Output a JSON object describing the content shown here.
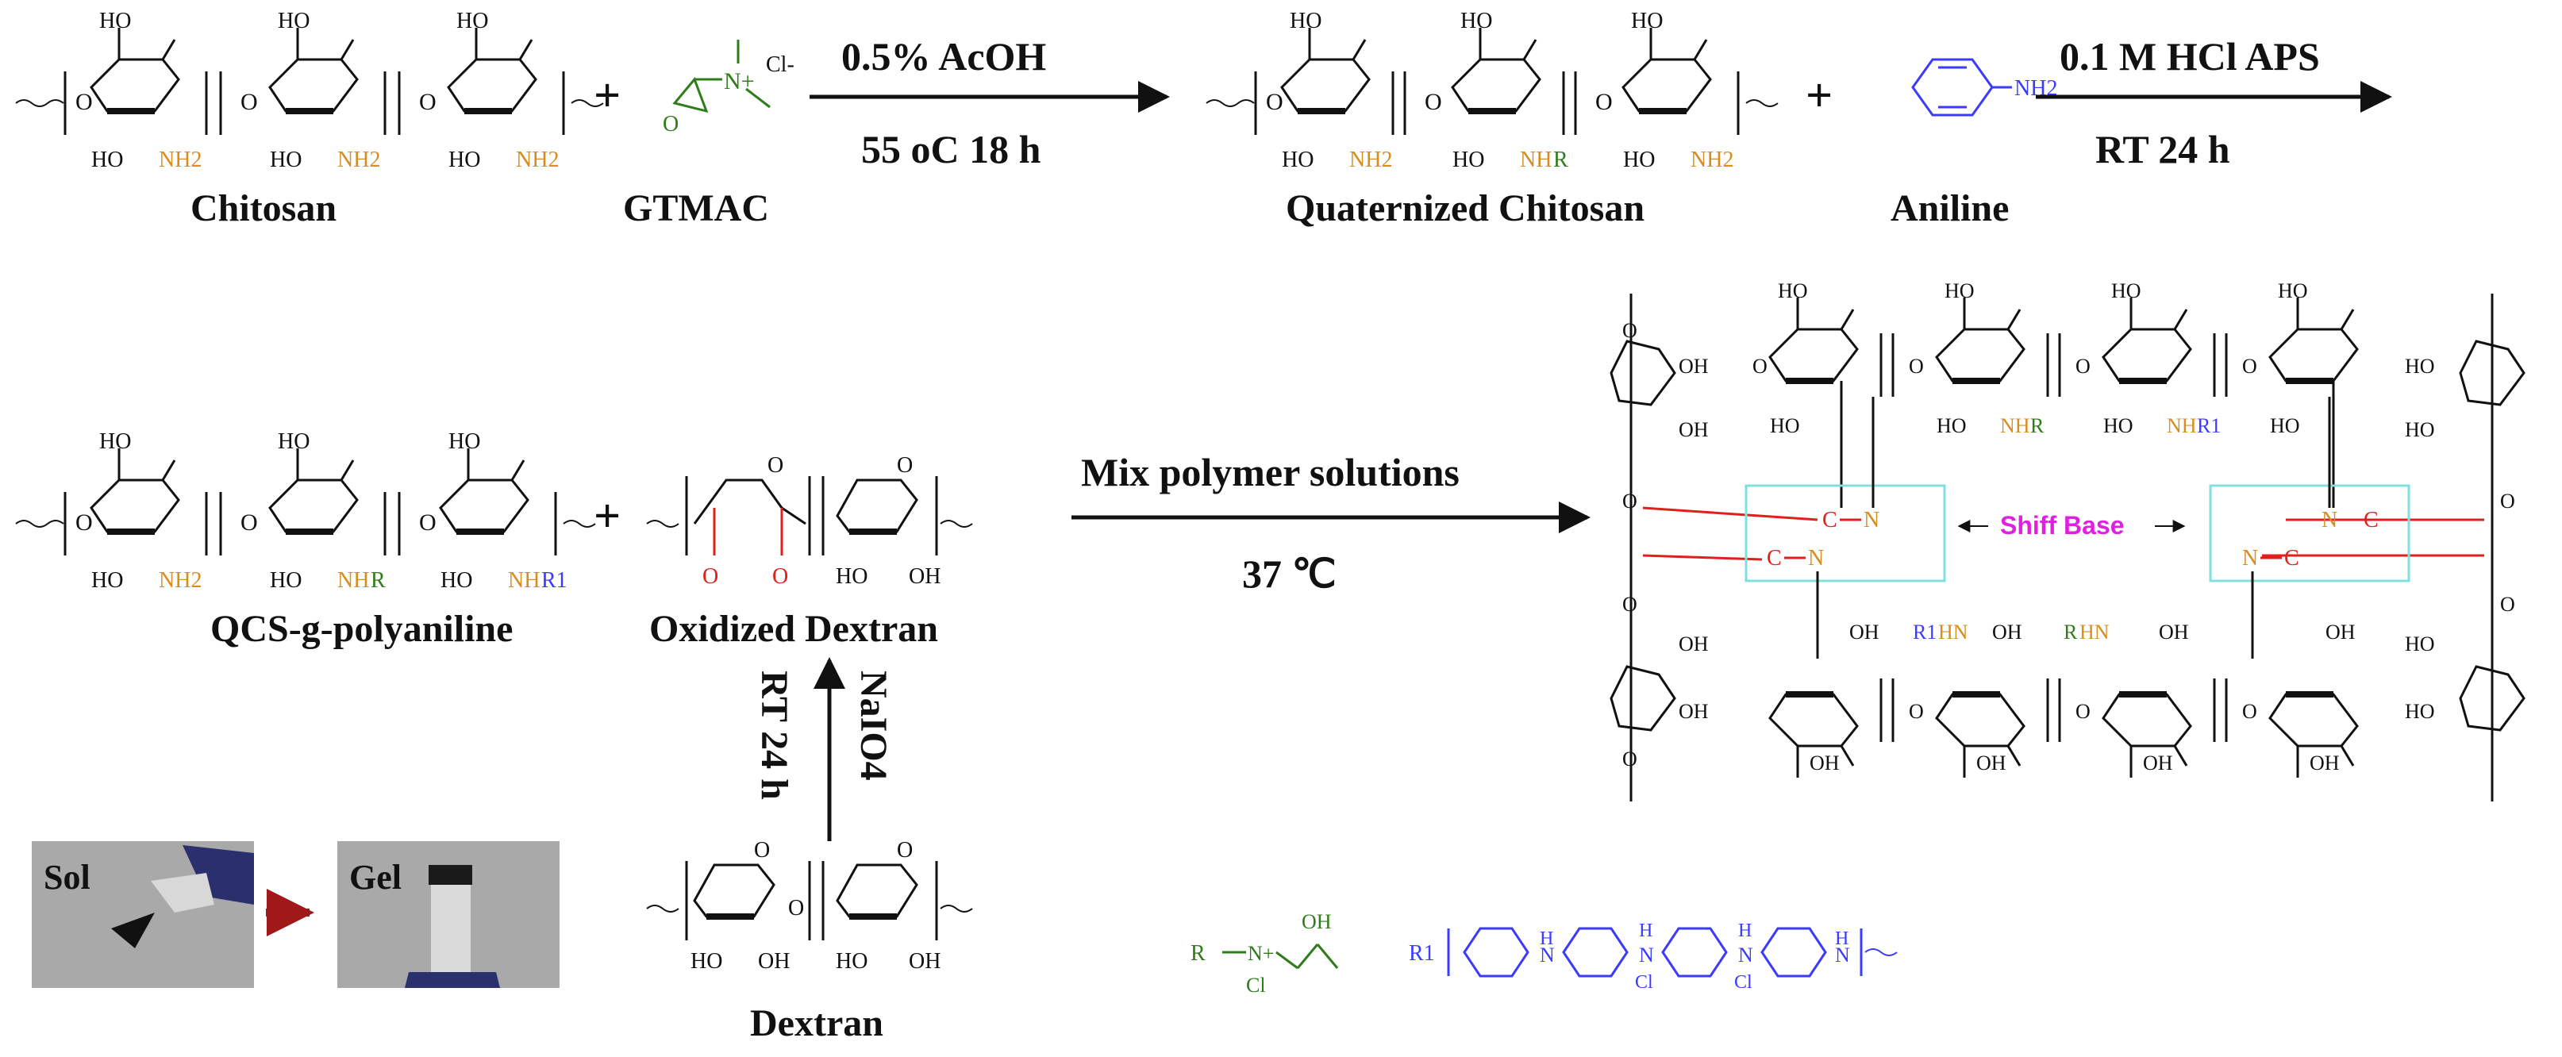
{
  "colors": {
    "ink": "#111111",
    "amine": "#d98c1f",
    "quat": "#2e7d1a",
    "aniline": "#3b3bff",
    "carbonyl": "#e0201c",
    "schiff": "#e020e0",
    "imine_box": "#7fe0e0",
    "crosslink": "#e0201c",
    "arrow_red": "#a01818"
  },
  "reactions": {
    "step1": {
      "top": "0.5%  AcOH",
      "bottom": "55 oC 18 h"
    },
    "step2": {
      "top": "0.1 M HCl APS",
      "bottom": "RT 24 h"
    },
    "step3": {
      "top": "Mix polymer solutions",
      "bottom": "37 ℃"
    },
    "step4": {
      "left": "RT 24 h",
      "right": "NaIO4"
    }
  },
  "compounds": {
    "chitosan": "Chitosan",
    "gtmac": "GTMAC",
    "quaternized_chitosan": "Quaternized Chitosan",
    "aniline": "Aniline",
    "qcs_g_pani": "QCS-g-polyaniline",
    "oxidized_dextran": "Oxidized Dextran",
    "dextran": "Dextran"
  },
  "plus_sign": "+",
  "atoms": {
    "ho": "HO",
    "oh": "OH",
    "o": "O",
    "nh2": "NH2",
    "nh2_sub": "2",
    "nh": "NH",
    "r": "R",
    "r1": "R1",
    "r1_sub": "1",
    "n": "N",
    "c": "C",
    "hn": "HN",
    "h": "H",
    "cl": "Cl",
    "cl_minus": "Cl-",
    "nplus": "N+",
    "r_label": "R",
    "r1_label": "R1"
  },
  "schiff_label": "Shiff Base",
  "photos": {
    "sol": "Sol",
    "gel": "Gel"
  }
}
